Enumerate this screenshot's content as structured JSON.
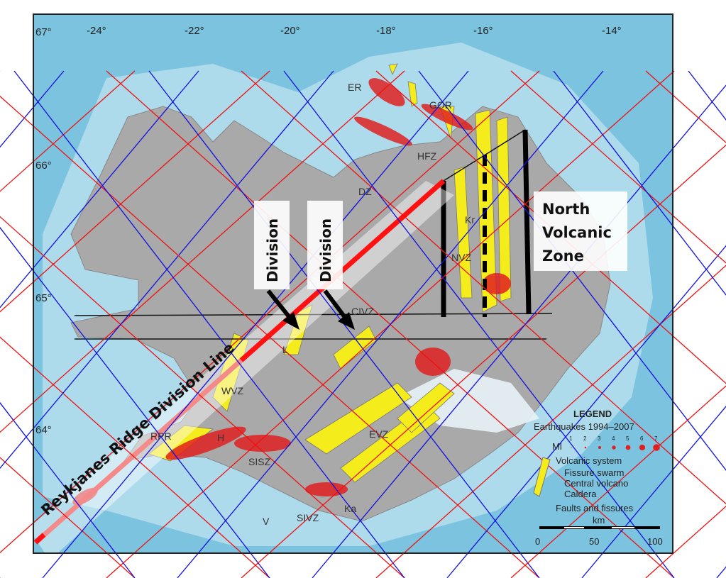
{
  "map": {
    "latitude_ticks": [
      "67°",
      "66°",
      "65°",
      "64°"
    ],
    "longitude_ticks": [
      "-24°",
      "-22°",
      "-20°",
      "-18°",
      "-16°",
      "-14°"
    ],
    "region_labels": [
      "ER",
      "GOR",
      "HFZ",
      "DZ",
      "Kr",
      "NVZ",
      "CIVZ",
      "L",
      "WVZ",
      "RPR",
      "H",
      "SISZ",
      "EVZ",
      "SIVZ",
      "Ka",
      "V"
    ]
  },
  "annotations": {
    "division_1": "Division",
    "division_2": "Division",
    "north_zone_line1": "North",
    "north_zone_line2": "Volcanic",
    "north_zone_line3": "Zone",
    "reykjanes": "Reykjanes Ridge Division Line"
  },
  "legend": {
    "title": "LEGEND",
    "earthquakes": "Earthquakes 1994–2007",
    "magnitude_label": "Ml",
    "magnitudes": [
      "1",
      "2",
      "3",
      "4",
      "5",
      "6",
      "7"
    ],
    "volcanic_system": "Volcanic system",
    "fissure_swarm": "Fissure swarm",
    "central_volcano": "Central volcano",
    "caldera": "Caldera",
    "faults": "Faults and fissures",
    "scale_unit": "km",
    "scale_ticks": [
      "0",
      "50",
      "100"
    ]
  },
  "colors": {
    "sea": "#7cc3df",
    "shelf": "#b7dfee",
    "land": "#a9a9a9",
    "quake": "#e02020",
    "fissure": "#f5ec1c",
    "grid_red": "#ee1111",
    "grid_blue": "#1111dd"
  }
}
